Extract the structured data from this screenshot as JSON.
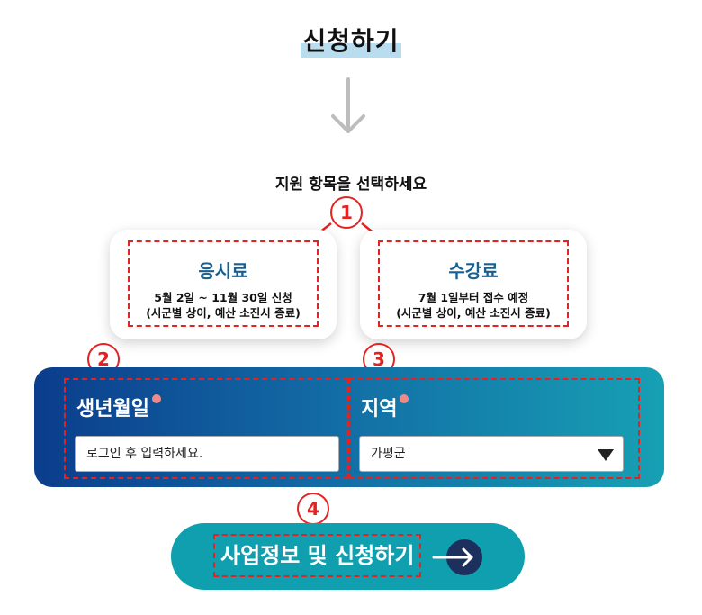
{
  "page": {
    "title": "신청하기",
    "instruction": "지원 항목을 선택하세요"
  },
  "markers": [
    "1",
    "2",
    "3",
    "4"
  ],
  "options": [
    {
      "title": "응시료",
      "desc_line1": "5월 2일 ~ 11월 30일 신청",
      "desc_line2": "(시군별 상이, 예산 소진시 종료)"
    },
    {
      "title": "수강료",
      "desc_line1": "7월 1일부터 접수 예정",
      "desc_line2": "(시군별 상이, 예산 소진시 종료)"
    }
  ],
  "form": {
    "birthdate": {
      "label": "생년월일",
      "value": "로그인 후 입력하세요."
    },
    "region": {
      "label": "지역",
      "selected": "가평군"
    }
  },
  "cta": {
    "label": "사업정보 및 신청하기"
  },
  "icons": {
    "down_arrow": "arrow-down-icon",
    "cta_arrow": "arrow-right-icon",
    "dropdown": "triangle-down-icon"
  },
  "colors": {
    "accent_red": "#e32222",
    "card_title": "#1a5f8e",
    "panel_start": "#0b3d8c",
    "panel_end": "#17a0b4",
    "cta_bg": "#0f9fae",
    "cta_arrow_bg": "#1d2f5c",
    "required_dot": "#f08a8a",
    "title_highlight": "#b9dcef"
  }
}
